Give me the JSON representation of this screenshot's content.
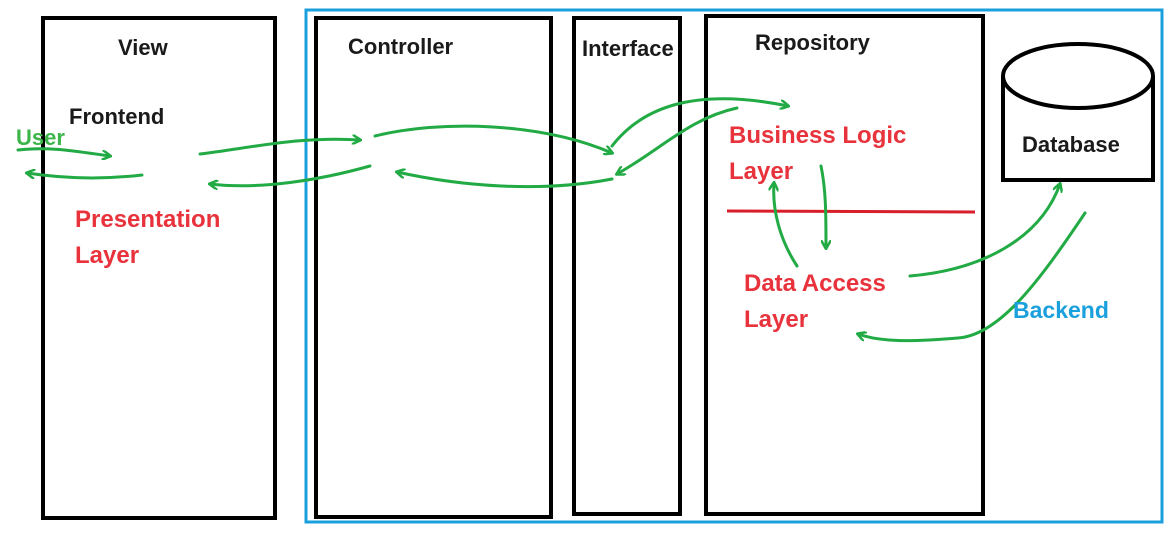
{
  "colors": {
    "box": "#000000",
    "backend_frame": "#1aa0dc",
    "arrow": "#22aa44",
    "layer_text": "#e8323c",
    "divider": "#d81e2a",
    "backend_text": "#1aa0dc",
    "user_text": "#3cb64a"
  },
  "boxes": {
    "view": "View",
    "controller": "Controller",
    "interface": "Interface",
    "repository": "Repository",
    "database": "Database"
  },
  "labels": {
    "frontend": "Frontend",
    "user": "User",
    "presentation_line1": "Presentation",
    "presentation_line2": "Layer",
    "business_line1": "Business Logic",
    "business_line2": "Layer",
    "data_access_line1": "Data Access",
    "data_access_line2": "Layer",
    "backend": "Backend"
  }
}
